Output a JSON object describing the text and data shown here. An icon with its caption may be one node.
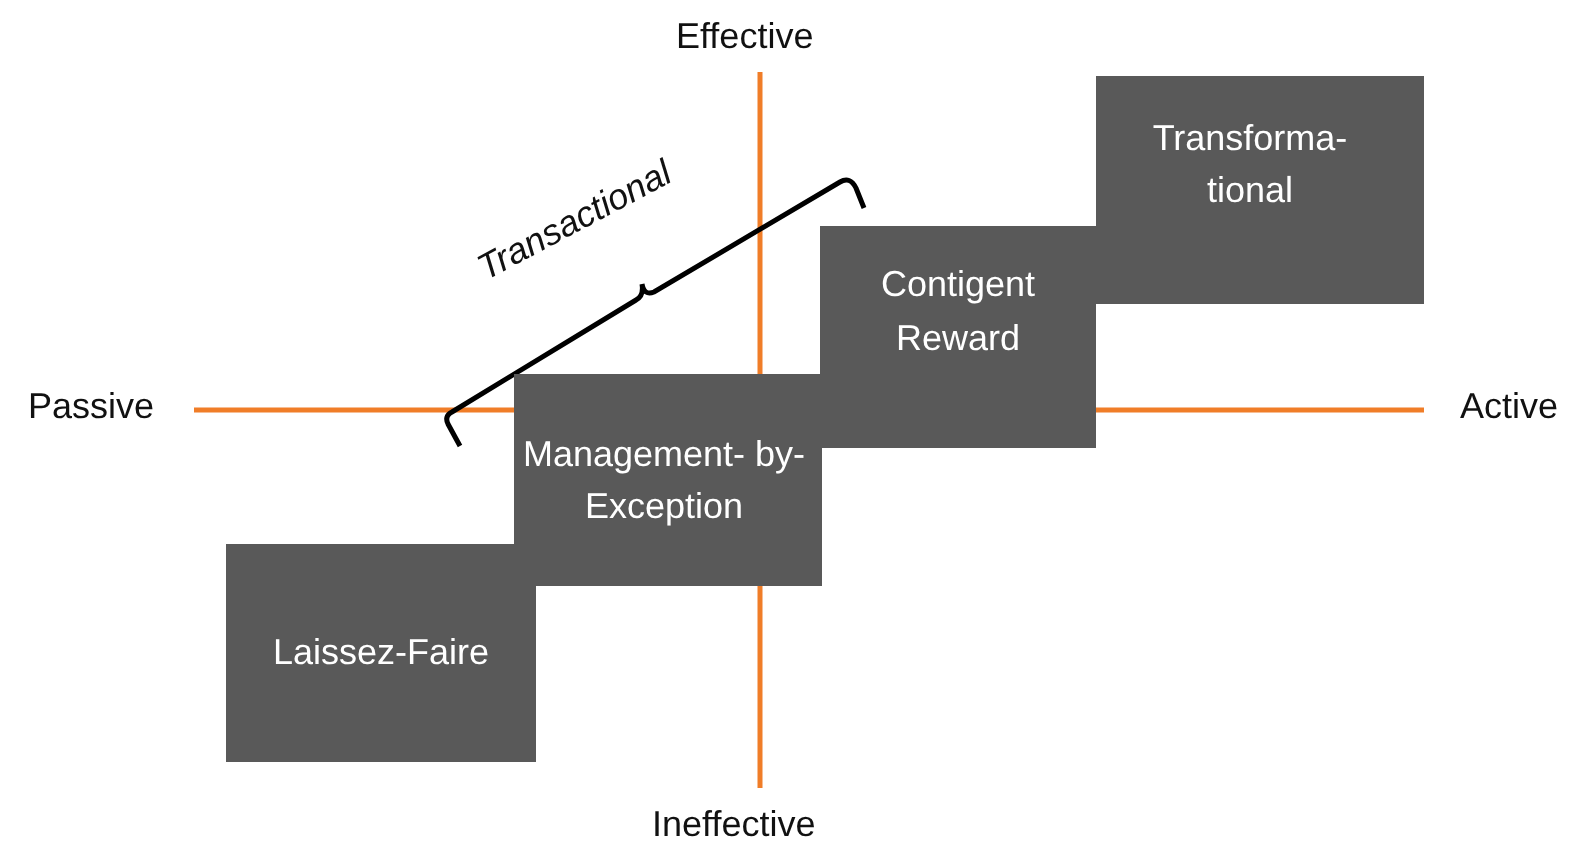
{
  "diagram": {
    "nodes": [
      {
        "text": [
          "Laissez-Faire"
        ]
      },
      {
        "text": [
          "Management- by- Exception"
        ]
      },
      {
        "text": [
          "Contigent Reward"
        ]
      },
      {
        "text": [
          "Transforma- tional"
        ]
      }
    ],
    "labels": [
      "Effective",
      "Transactional",
      "Passive",
      "Active",
      "Ineffective"
    ]
  }
}
